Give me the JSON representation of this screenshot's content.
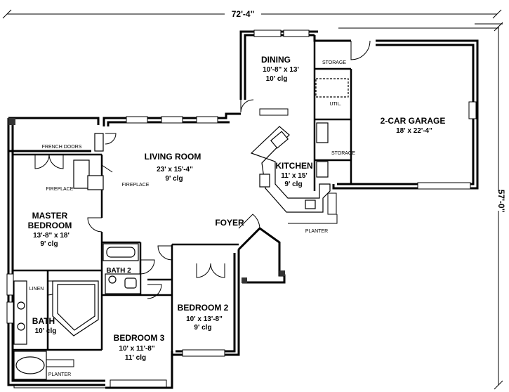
{
  "dimensions": {
    "overall_width": "72'-4\"",
    "overall_depth": "57'-0\""
  },
  "rooms": {
    "dining": {
      "name": "DINING",
      "size": "10'-8\" x 13'",
      "ceiling": "10' clg"
    },
    "living_room": {
      "name": "LIVING ROOM",
      "size": "23' x 15'-4\"",
      "ceiling": "9' clg"
    },
    "kitchen": {
      "name": "KITCHEN",
      "size": "11' x 15'",
      "ceiling": "9' clg"
    },
    "garage": {
      "name": "2-CAR GARAGE",
      "size": "18' x 22'-4\""
    },
    "master": {
      "name_1": "MASTER",
      "name_2": "BEDROOM",
      "size": "13'-8\" x 18'",
      "ceiling": "9' clg"
    },
    "foyer": {
      "name": "FOYER"
    },
    "bath": {
      "name": "BATH",
      "ceiling": "10' clg"
    },
    "bath2": {
      "name": "BATH 2"
    },
    "bedroom2": {
      "name": "BEDROOM 2",
      "size": "10' x 13'-8\"",
      "ceiling": "9' clg"
    },
    "bedroom3": {
      "name": "BEDROOM 3",
      "size": "10' x 11'-8\"",
      "ceiling": "11' clg"
    }
  },
  "small_labels": {
    "storage_top": "STORAGE",
    "util": "UTIL.",
    "storage_mid": "STORAGE",
    "french_doors": "FRENCH DOORS",
    "fireplace_left": "FIREPLACE",
    "fireplace_right": "FIREPLACE",
    "linen": "LINEN",
    "planter_right": "PLANTER",
    "planter_bottom": "PLANTER"
  }
}
